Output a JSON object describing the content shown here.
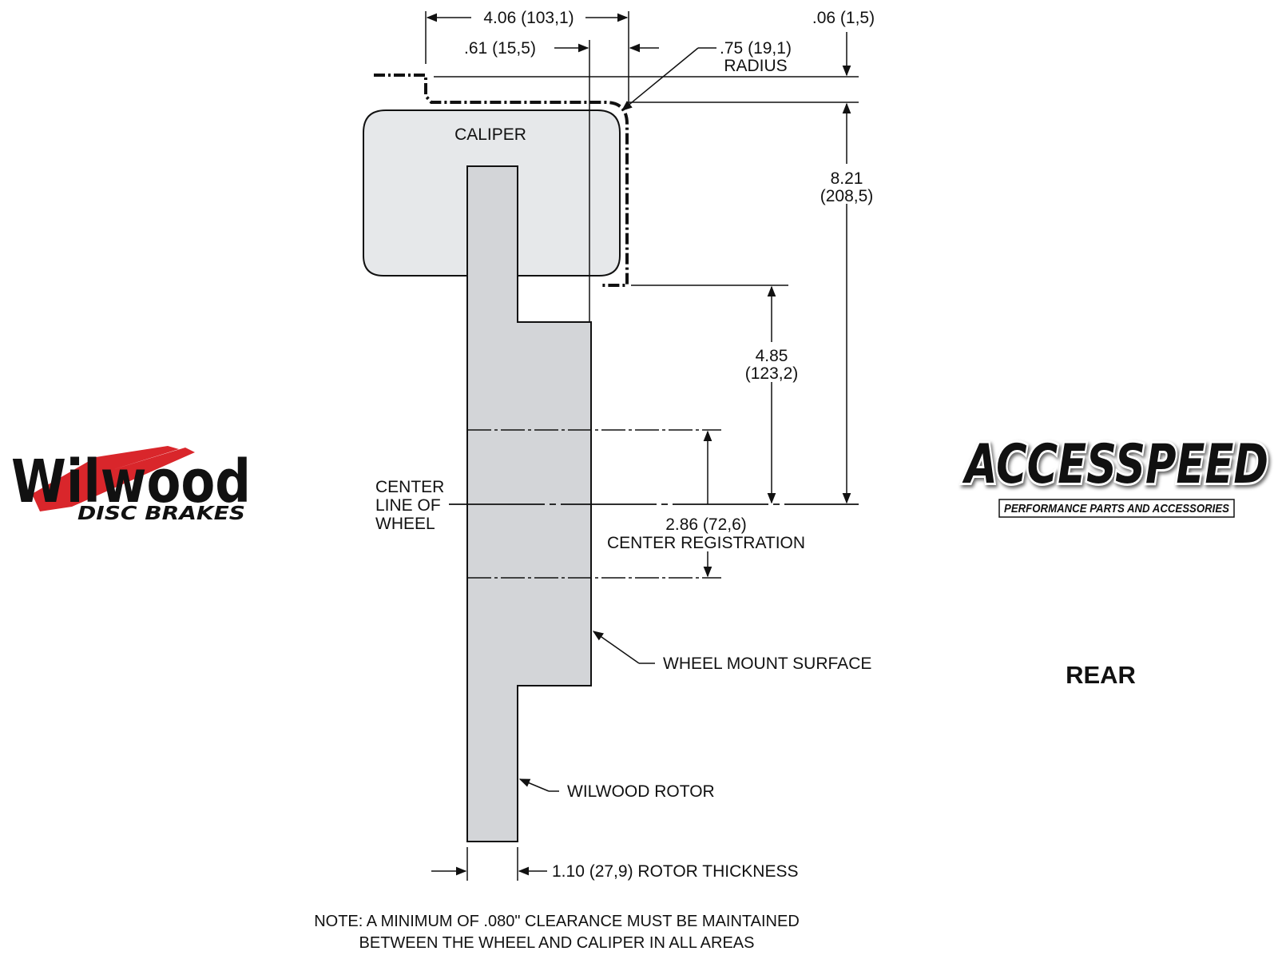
{
  "drawing": {
    "dimensions": {
      "overall_width": "4.06 (103,1)",
      "offset": ".61 (15,5)",
      "gap": ".06 (1,5)",
      "radius_value": ".75 (19,1)",
      "radius_label": "RADIUS",
      "height_in": "8.21",
      "height_mm": "(208,5)",
      "center_dist_in": "4.85",
      "center_dist_mm": "(123,2)",
      "registration_value": "2.86 (72,6)",
      "registration_label": "CENTER REGISTRATION",
      "rotor_thickness": "1.10 (27,9) ROTOR THICKNESS"
    },
    "labels": {
      "caliper": "CALIPER",
      "centerline_1": "CENTER",
      "centerline_2": "LINE OF",
      "centerline_3": "WHEEL",
      "wheel_mount": "WHEEL MOUNT SURFACE",
      "rotor": "WILWOOD ROTOR",
      "position": "REAR"
    },
    "note": {
      "line1": "NOTE: A MINIMUM OF .080\" CLEARANCE MUST BE MAINTAINED",
      "line2": "BETWEEN THE WHEEL AND CALIPER IN ALL AREAS"
    }
  },
  "logos": {
    "wilwood": {
      "brand": "Wilwood",
      "sub": "DISC BRAKES"
    },
    "accespeed": {
      "brand": "ACCESSPEED",
      "sub": "PERFORMANCE PARTS AND ACCESSORIES"
    }
  },
  "colors": {
    "part_fill": "#d3d5d8",
    "caliper_fill": "#e6e8ea",
    "line": "#111111",
    "wilwood_red": "#d9262b"
  }
}
